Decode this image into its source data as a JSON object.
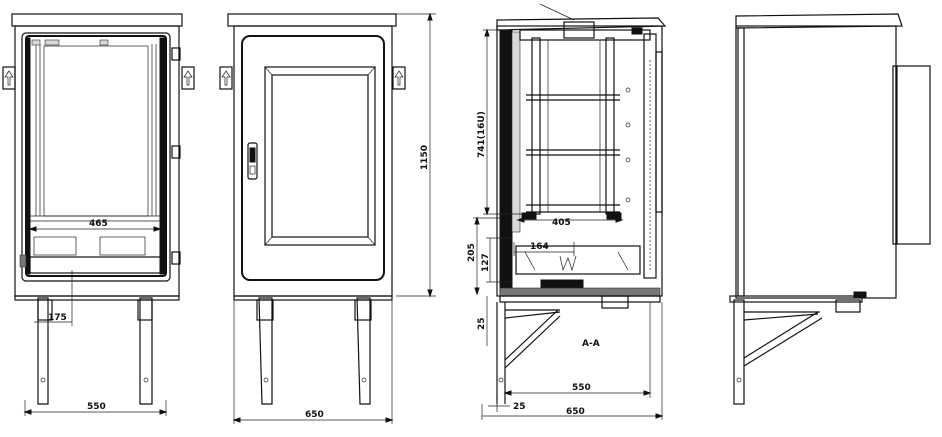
{
  "dimensions": {
    "front_open": {
      "inner_width": "465",
      "base_offset": "175",
      "overall_width": "550"
    },
    "front_closed": {
      "width": "650",
      "height": "1150"
    },
    "section": {
      "rack_height": "741(16U)",
      "rack_width": "405",
      "lower_height": "205",
      "lower_inner_height": "127",
      "tray_width": "164",
      "base_height": "25",
      "bracket_width": "550",
      "wall_offset": "25",
      "overall_depth": "650",
      "section_label": "A-A"
    }
  }
}
